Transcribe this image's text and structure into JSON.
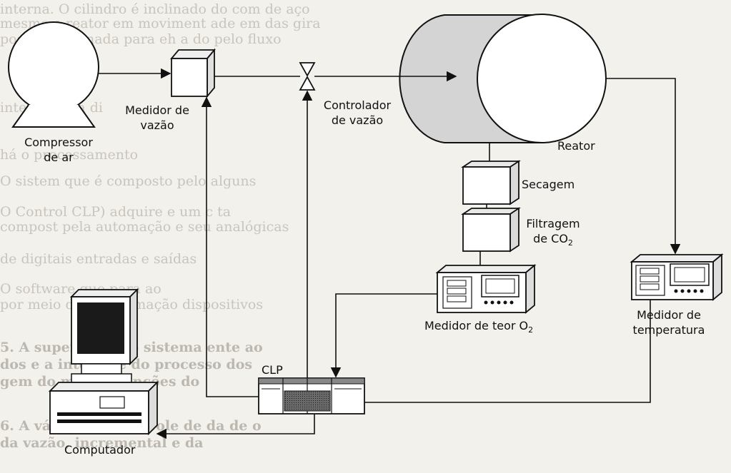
{
  "labels": {
    "compressor": "Compressor\nde ar",
    "flow_meter": "Medidor de\nvazão",
    "flow_controller": "Controlador\nde vazão",
    "reactor": "Reator",
    "drying": "Secagem",
    "co2_filter_line1": "Filtragem",
    "co2_filter_line2": "de CO",
    "co2_sub": "2",
    "o2_meter": "Medidor de teor O",
    "o2_sub": "2",
    "temp_meter": "Medidor de\ntemperatura",
    "clp": "CLP",
    "computer": "Computador"
  },
  "background_text": [
    {
      "text": "interna. O cilindro é inclinado    do com de aço",
      "bold": false
    },
    {
      "text": "mesmo o reator em moviment           ade em das gira",
      "bold": false
    },
    {
      "text": "posição inclinada para eh a               do pelo fluxo",
      "bold": false
    },
    {
      "text": "                   ",
      "bold": false
    },
    {
      "text": "        interior pela di",
      "bold": false
    },
    {
      "text": "",
      "bold": false
    },
    {
      "text": "  há o processamento",
      "bold": false
    },
    {
      "text": "O sistem           que é composto pelo alguns",
      "bold": false
    },
    {
      "text": "  O Control            CLP) adquire         e um c ta",
      "bold": false
    },
    {
      "text": "  compost                         pela automação e seu             analógicas",
      "bold": false
    },
    {
      "text": "  de digitais                    entradas e                saídas",
      "bold": false
    },
    {
      "text": "O software          que para                       ao",
      "bold": false
    },
    {
      "text": "  por meio                    de programação dispositivos",
      "bold": false
    },
    {
      "text": "5.  A supervisão do sistema            ente       ao",
      "bold": true
    },
    {
      "text": "    dos e a interface do processo                         dos",
      "bold": true
    },
    {
      "text": "    gem do motivo                              funções do",
      "bold": true
    },
    {
      "text": "6.  A válvula  de controle de                 da de o",
      "bold": true
    },
    {
      "text": "    da vazão, incremental e                        da",
      "bold": true
    }
  ]
}
